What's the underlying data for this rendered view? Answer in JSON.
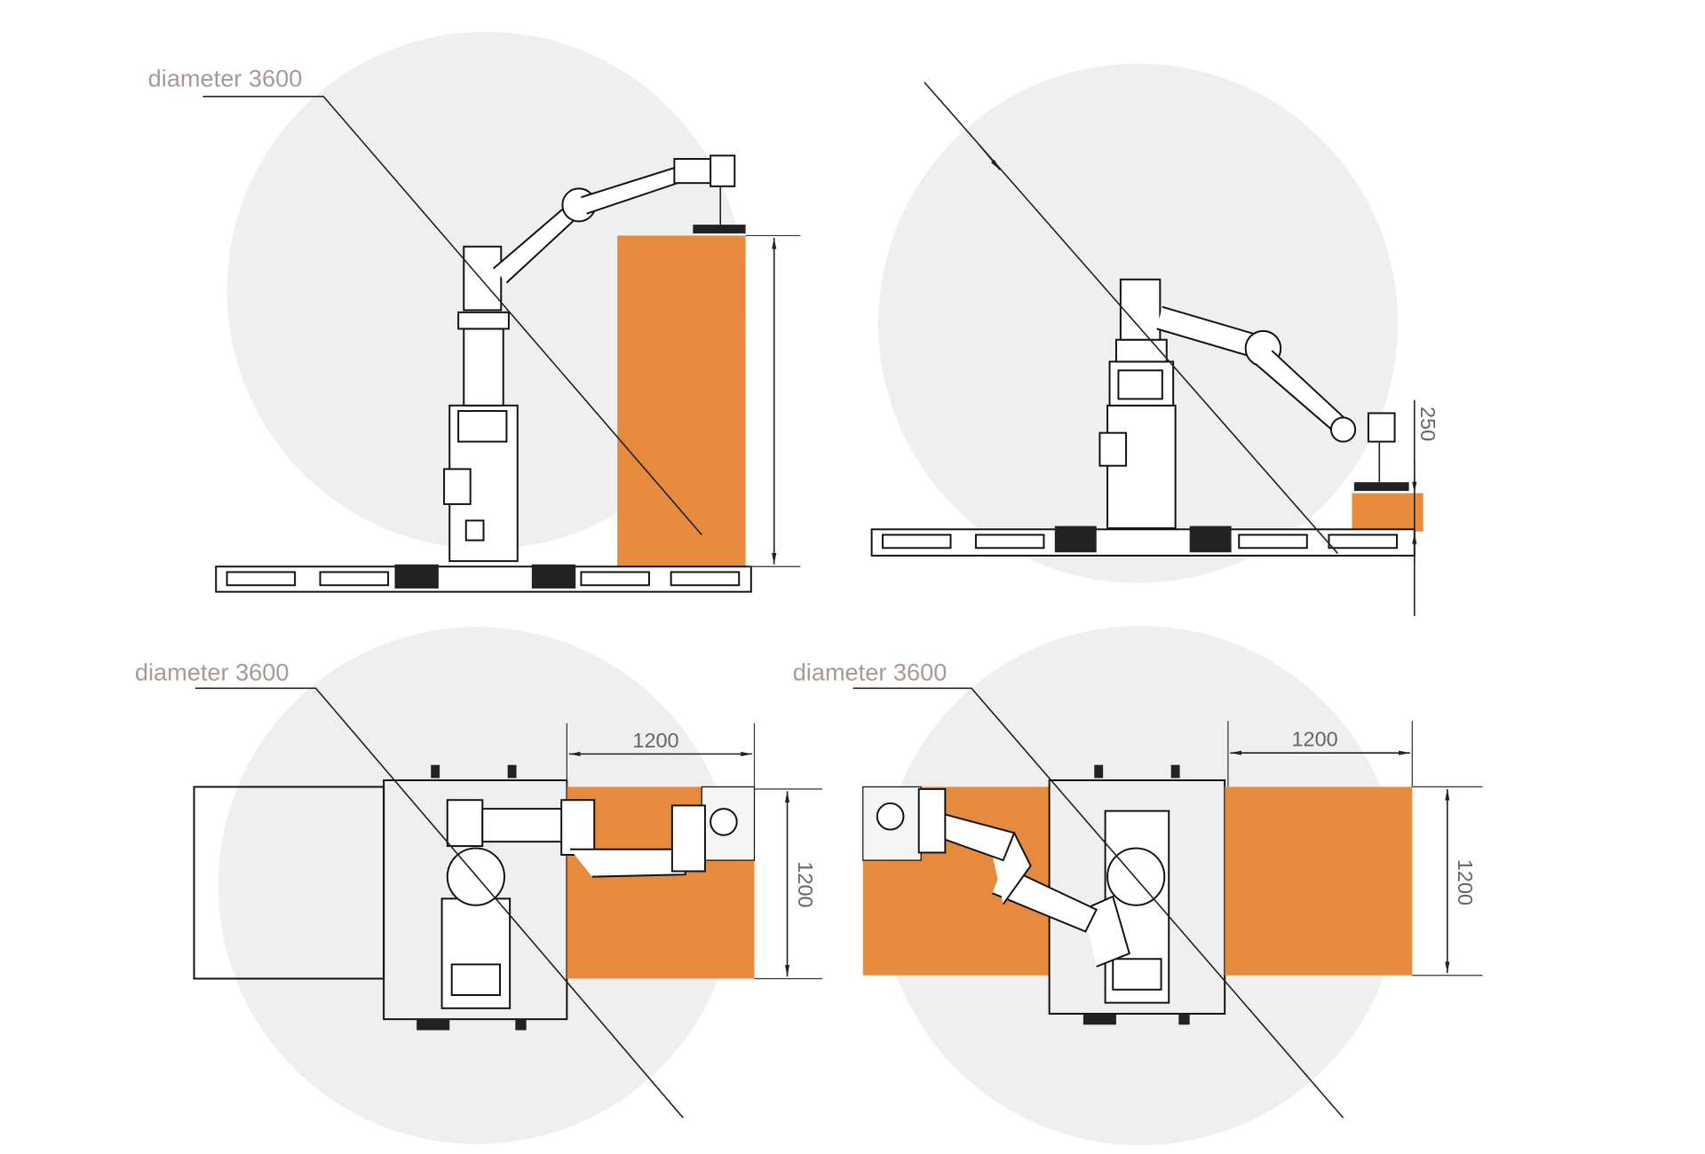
{
  "colors": {
    "workspace": "#efefef",
    "target_zone": "#e5822f",
    "label": "#a99995"
  },
  "panels": [
    {
      "label": "diameter 3600",
      "height_dim": ""
    },
    {
      "label": "",
      "height_dim": "250"
    },
    {
      "label": "diameter 3600",
      "width_dim": "1200",
      "depth_dim": "1200"
    },
    {
      "label": "diameter 3600",
      "width_dim": "1200",
      "depth_dim": "1200"
    }
  ]
}
